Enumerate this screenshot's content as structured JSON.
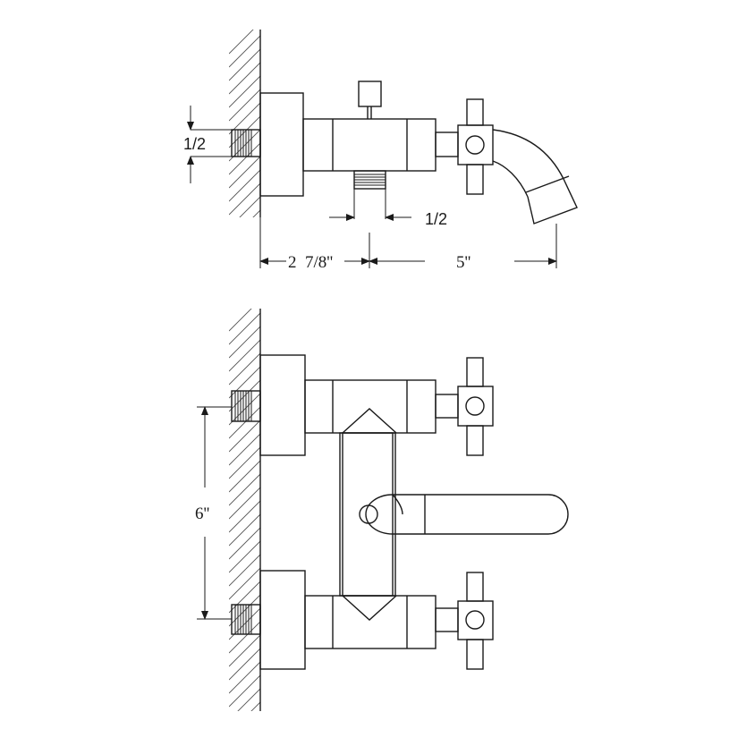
{
  "dimensions": {
    "top_inlet": "1/2",
    "top_outlet": "1/2",
    "wall_to_center": "2  7/8''",
    "center_to_spout": "5''",
    "inlet_spacing": "6''"
  }
}
